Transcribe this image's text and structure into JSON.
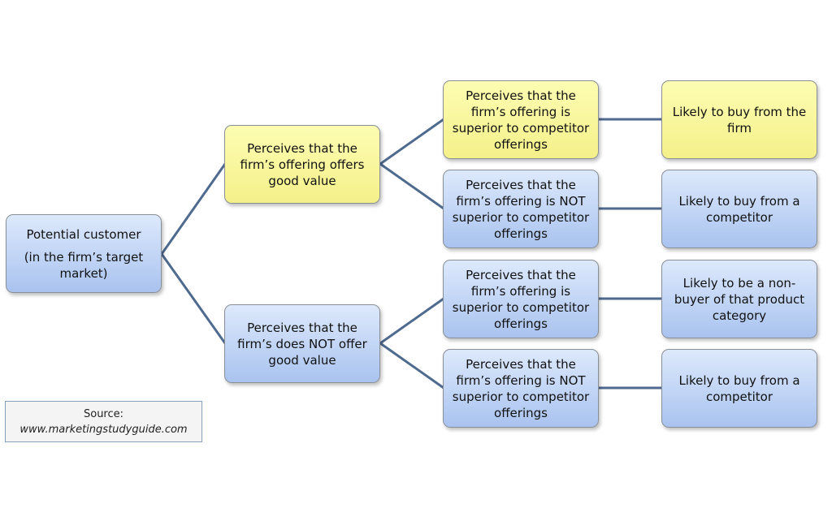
{
  "colors": {
    "connector": "#4f6a8f",
    "yellow_node": "#f7f49a",
    "blue_node": "#c2d5f5",
    "border": "#8a8f96"
  },
  "nodes": {
    "root": {
      "line1": "Potential customer",
      "line2": "(in the firm’s target market)"
    },
    "good_value": {
      "label": "Perceives that the firm’s offering offers good value"
    },
    "no_good_value": {
      "label": "Perceives that the firm’s does NOT offer good value"
    },
    "gv_superior": {
      "label": "Perceives that the firm’s offering is superior to competitor offerings"
    },
    "gv_not_superior": {
      "label": "Perceives that the firm’s offering is NOT superior to competitor offerings"
    },
    "ngv_superior": {
      "label": "Perceives that the firm’s offering is superior to competitor offerings"
    },
    "ngv_not_superior": {
      "label": "Perceives that the firm’s offering is NOT superior to competitor offerings"
    },
    "out_buy_firm": {
      "label": "Likely to buy from the firm"
    },
    "out_buy_competitor_1": {
      "label": "Likely to buy from a competitor"
    },
    "out_non_buyer": {
      "label": "Likely to be a non-buyer of that product category"
    },
    "out_buy_competitor_2": {
      "label": "Likely to buy from a competitor"
    }
  },
  "source": {
    "label": "Source:",
    "url": "www.marketingstudyguide.com"
  }
}
